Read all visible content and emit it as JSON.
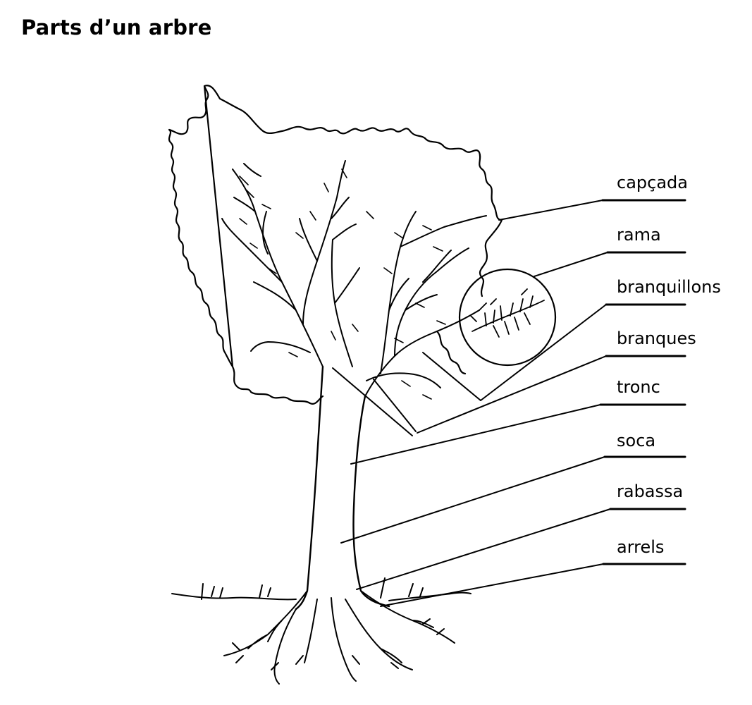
{
  "title": "Parts d’un arbre",
  "labels": [
    {
      "id": "capcada",
      "text": "capçada"
    },
    {
      "id": "rama",
      "text": "rama"
    },
    {
      "id": "branquillons",
      "text": "branquillons"
    },
    {
      "id": "branques",
      "text": "branques"
    },
    {
      "id": "tronc",
      "text": "tronc"
    },
    {
      "id": "soca",
      "text": "soca"
    },
    {
      "id": "rabassa",
      "text": "rabassa"
    },
    {
      "id": "arrels",
      "text": "arrels"
    }
  ]
}
